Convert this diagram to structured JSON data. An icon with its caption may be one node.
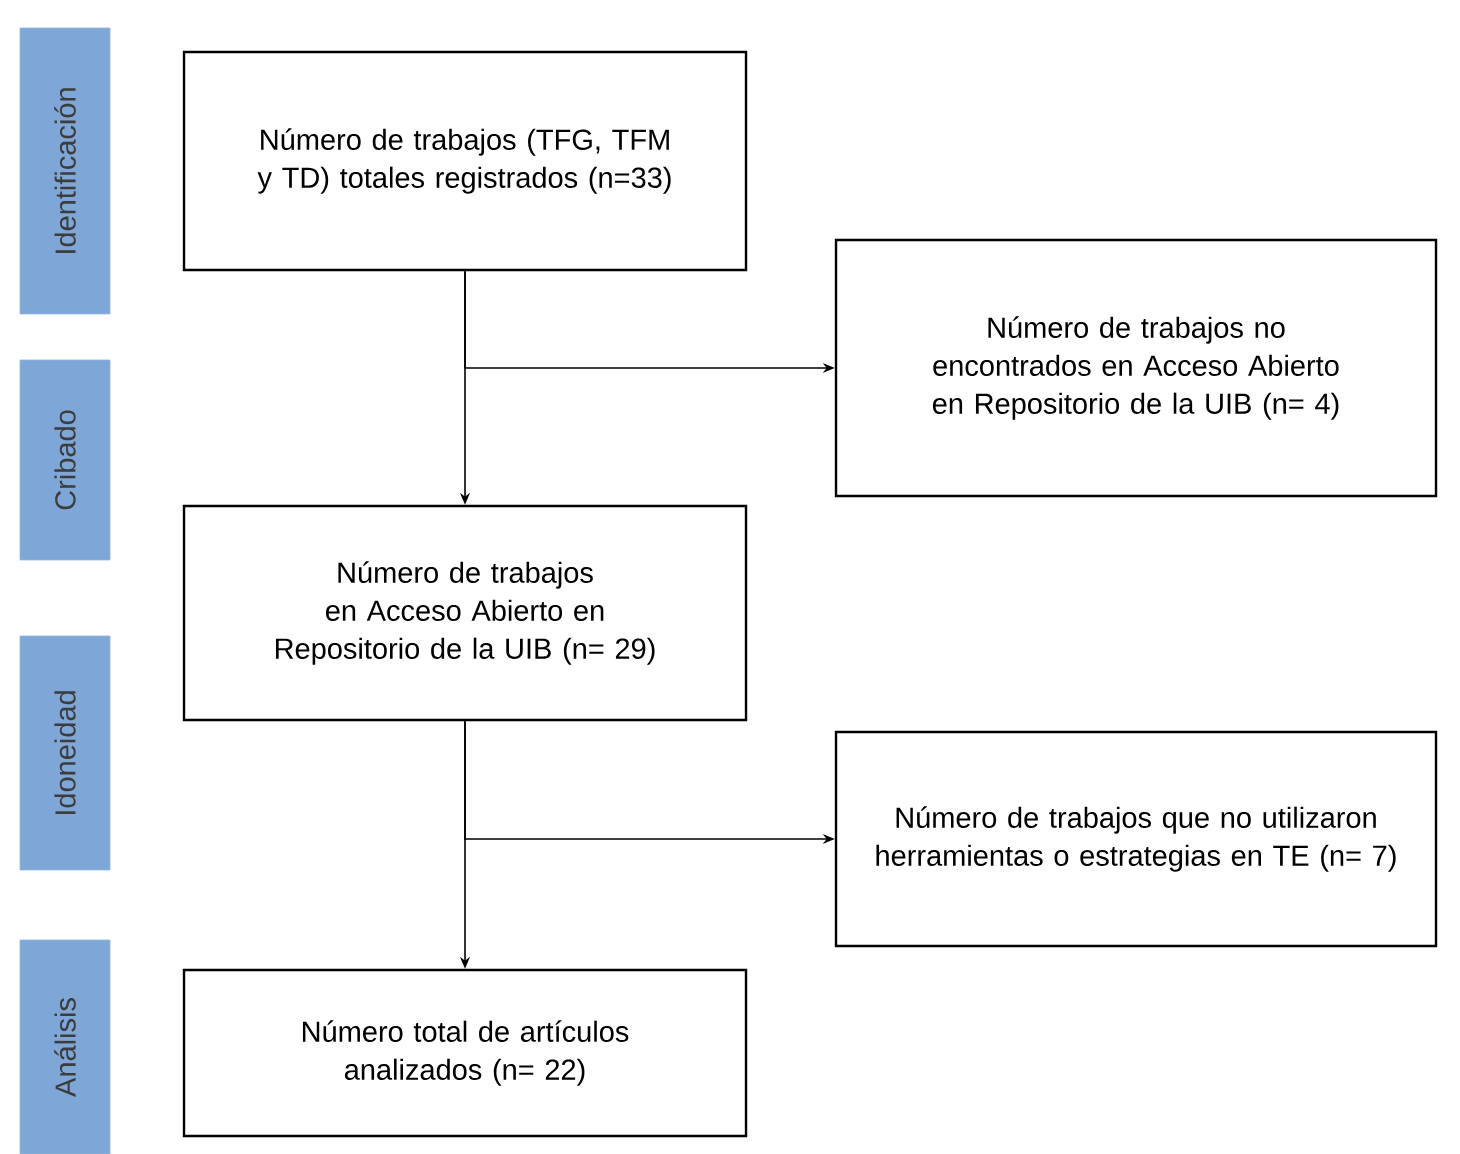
{
  "diagram": {
    "nodes": [
      {
        "text": [
          "Identificación"
        ]
      },
      {
        "text": [
          "Número de trabajos (TFG, TFM y TD) totales registrados (n=33)"
        ]
      },
      {
        "text": [
          "Cribado"
        ]
      },
      {
        "text": [
          "Número de trabajos no encontrados en Acceso Abierto en Repositorio de la UIB (n= 4)"
        ]
      },
      {
        "text": [
          "Número de trabajos en Acceso Abierto en Repositorio de la UIB (n= 29)"
        ]
      },
      {
        "text": [
          "Idoneidad"
        ]
      },
      {
        "text": [
          "Número de trabajos que no utilizaron herramientas o estrategias en TE (n= 7)"
        ]
      },
      {
        "text": [
          "Análisis"
        ]
      },
      {
        "text": [
          "Número total de artículos analizados (n= 22)"
        ]
      }
    ],
    "edges": [
      {
        "from": 1,
        "to": 4,
        "arrow": "to"
      },
      {
        "from": 1,
        "to": 3,
        "arrow": "to"
      },
      {
        "from": 4,
        "to": 8,
        "arrow": "to"
      },
      {
        "from": 4,
        "to": 6,
        "arrow": "to"
      }
    ]
  }
}
